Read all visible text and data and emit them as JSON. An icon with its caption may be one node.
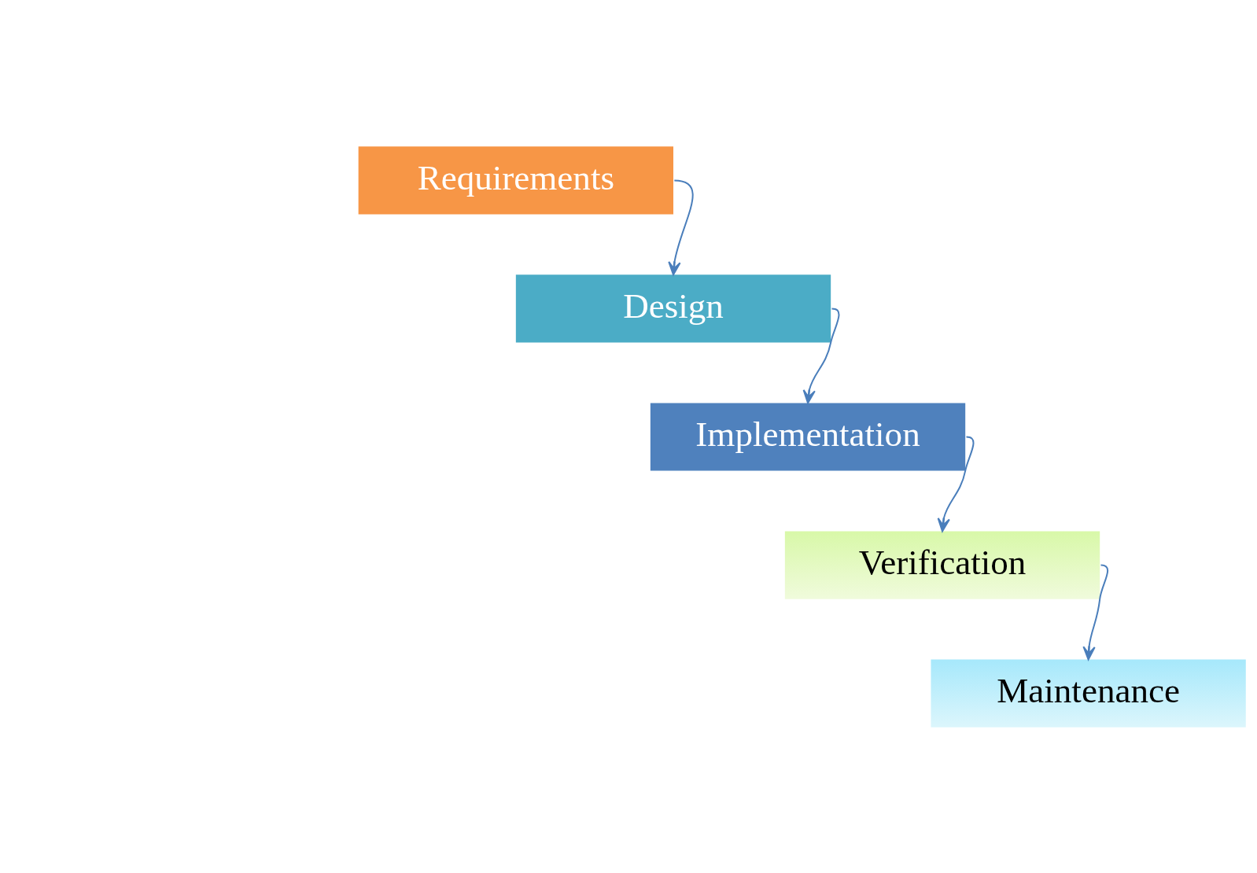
{
  "diagram": {
    "nodes": [
      {
        "text": [
          "Requirements"
        ]
      },
      {
        "text": [
          "Design"
        ]
      },
      {
        "text": [
          "Implementation"
        ]
      },
      {
        "text": [
          "Verification"
        ]
      },
      {
        "text": [
          "Maintenance"
        ]
      }
    ],
    "edges": [
      {
        "from": 0,
        "to": 1,
        "arrow": "to"
      },
      {
        "from": 1,
        "to": 2,
        "arrow": "to"
      },
      {
        "from": 2,
        "to": 3,
        "arrow": "to"
      },
      {
        "from": 3,
        "to": 4,
        "arrow": "to"
      }
    ]
  }
}
